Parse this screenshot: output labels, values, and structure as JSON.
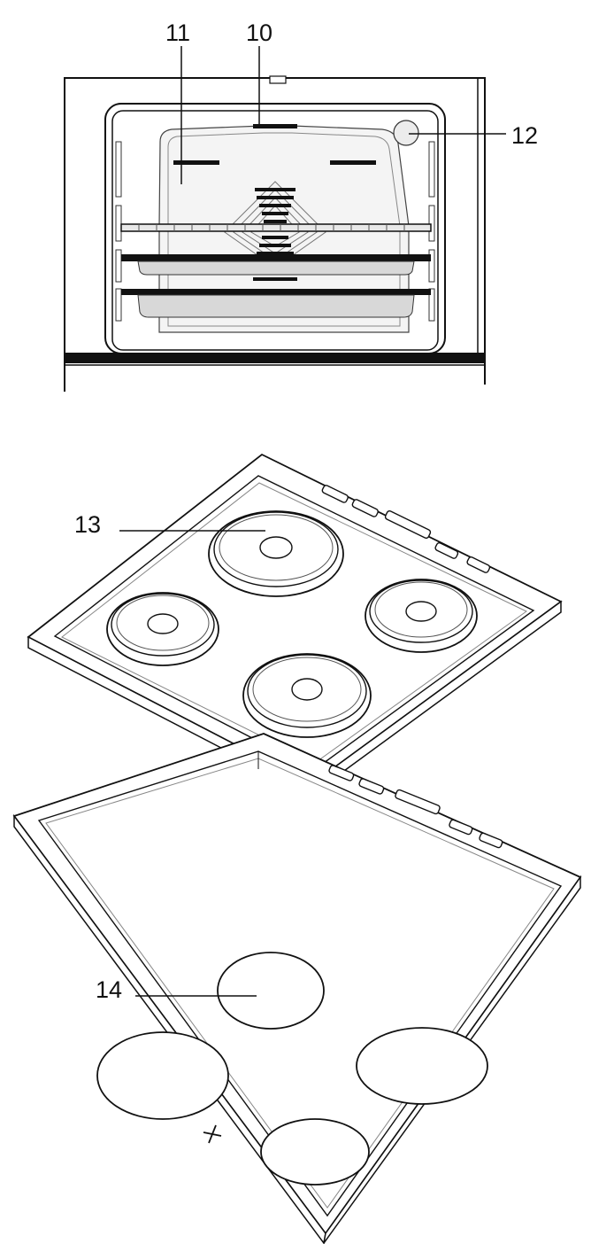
{
  "figure": {
    "oven": {
      "callouts": {
        "c11": "11",
        "c10": "10",
        "c12": "12"
      }
    },
    "hob_hotplates": {
      "callouts": {
        "c13": "13"
      }
    },
    "hob_ceramic": {
      "callouts": {
        "c14": "14"
      }
    }
  },
  "colors": {
    "line": "#111111",
    "fill_light": "#f2f2f2",
    "fill_mid": "#d8d8d8"
  }
}
